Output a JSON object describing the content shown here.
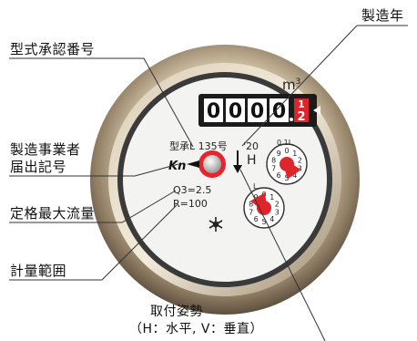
{
  "callouts": {
    "model_approval_number": "型式承認番号",
    "manufacture_year": "製造年",
    "manufacturer_code_line1": "製造事業者",
    "manufacturer_code_line2": "届出記号",
    "rated_max_flow": "定格最大流量",
    "measurement_range": "計量範囲",
    "mounting_line1": "取付姿勢",
    "mounting_line2": "（H：水平, V：垂直）"
  },
  "dial": {
    "unit": "m",
    "unit_exp": "3",
    "counter_digits": [
      "0",
      "0",
      "0",
      "0"
    ],
    "red_wheel_digits": [
      "1",
      "2"
    ],
    "approval_text": "型承L 135号",
    "year_text": "'20",
    "maker_mark": "Kn",
    "orientation_letter": "H",
    "q3_text": "Q3=2.5",
    "r_text": "R=100",
    "sub_dial_left_label": "L",
    "sub_dial_right_label": "0.1L",
    "sub_dial_numbers": [
      "0",
      "1",
      "2",
      "3",
      "4",
      "5",
      "6",
      "7",
      "8",
      "9"
    ]
  },
  "colors": {
    "bezel_outer": "#8c7d6a",
    "bezel_inner": "#cfc3ad",
    "face": "#f4f4f2",
    "window": "#1c1c1c",
    "pointer_red": "#e0242b"
  }
}
